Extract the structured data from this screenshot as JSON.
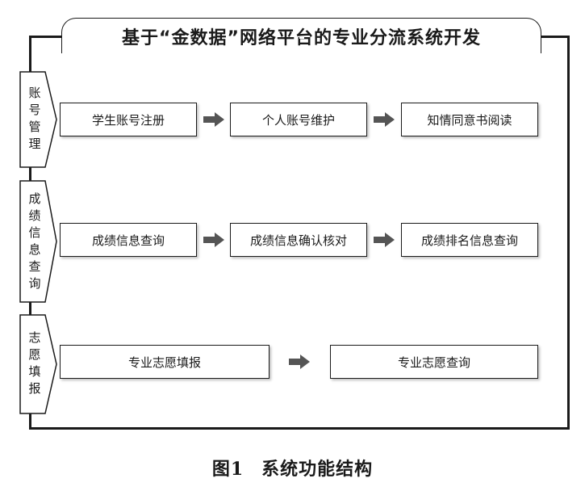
{
  "title": "基于“金数据”网络平台的专业分流系统开发",
  "sections": [
    {
      "label": "账号管理",
      "items": [
        "学生账号注册",
        "个人账号维护",
        "知情同意书阅读"
      ]
    },
    {
      "label": "成绩信息查询",
      "items": [
        "成绩信息查询",
        "成绩信息确认核对",
        "成绩排名信息查询"
      ]
    },
    {
      "label": "志愿填报",
      "items": [
        "专业志愿填报",
        "专业志愿查询"
      ]
    }
  ],
  "caption": {
    "figure": "图1",
    "text": "系统功能结构"
  },
  "colors": {
    "line": "#1a1a1a",
    "arrow": "#555555",
    "background": "#ffffff"
  }
}
